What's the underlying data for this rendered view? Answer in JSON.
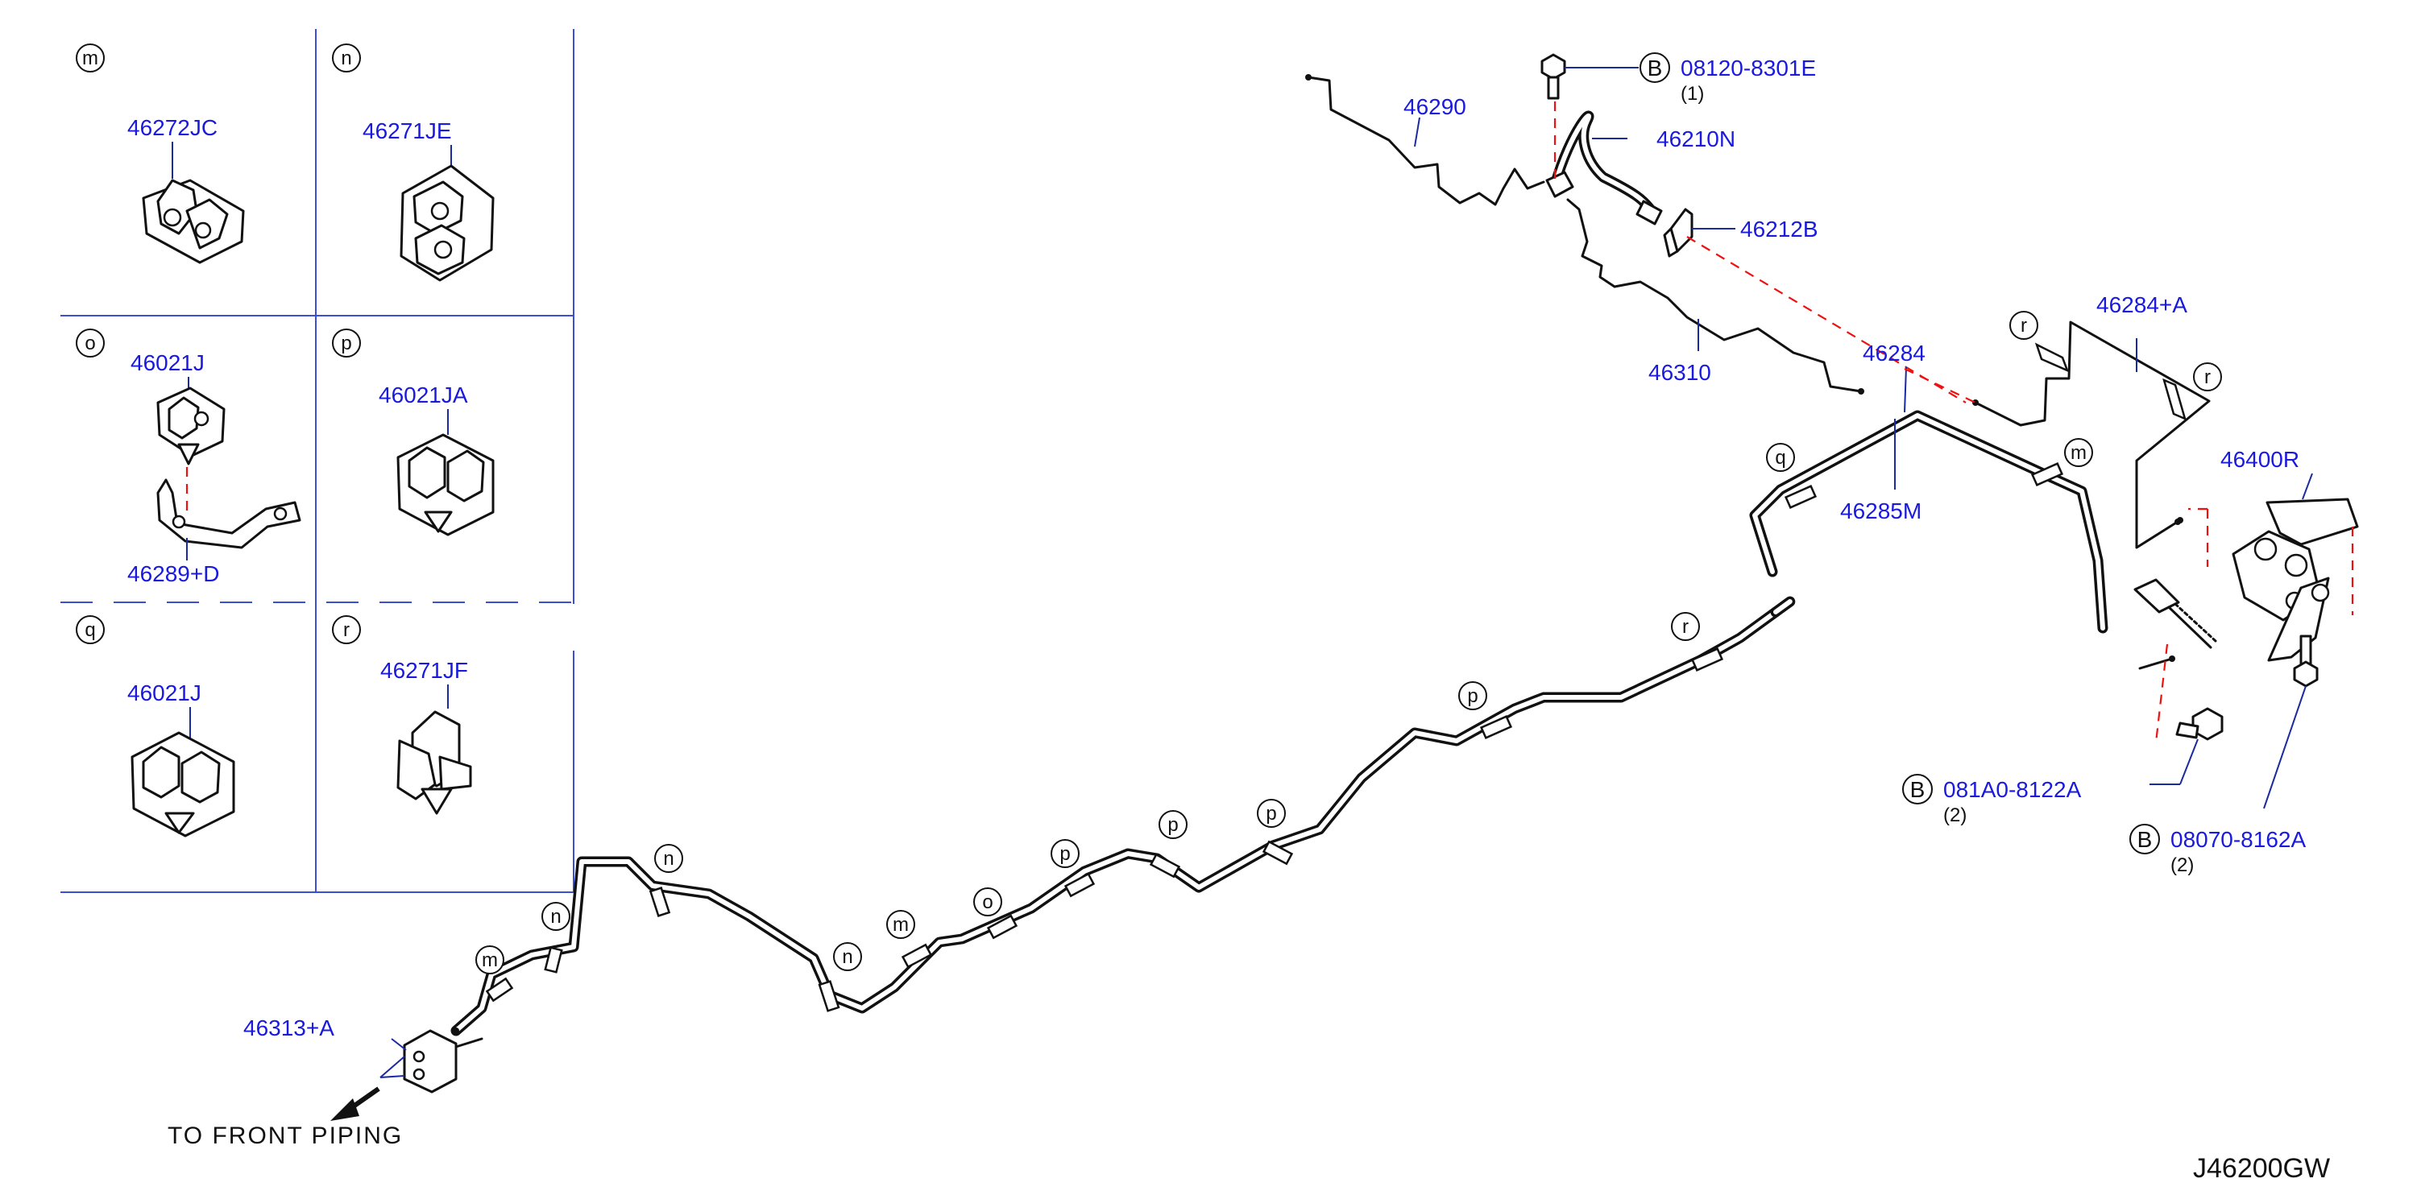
{
  "panels": {
    "m": {
      "letter": "m",
      "part": "46272JC"
    },
    "n": {
      "letter": "n",
      "part": "46271JE"
    },
    "o": {
      "letter": "o",
      "part_top": "46021J",
      "part_bottom": "46289+D"
    },
    "p": {
      "letter": "p",
      "part": "46021JA"
    },
    "q": {
      "letter": "q",
      "part": "46021J"
    },
    "r": {
      "letter": "r",
      "part": "46271JF"
    }
  },
  "parts": {
    "p46290": "46290",
    "p46210N": "46210N",
    "p46212B": "46212B",
    "p46310": "46310",
    "p46284": "46284",
    "p46284A": "46284+A",
    "p46285M": "46285M",
    "p46400R": "46400R",
    "p46313A": "46313+A"
  },
  "bolts": [
    {
      "symbol": "B",
      "number": "08120-8301E",
      "qty": "(1)"
    },
    {
      "symbol": "B",
      "number": "081A0-8122A",
      "qty": "(2)"
    },
    {
      "symbol": "B",
      "number": "08070-8162A",
      "qty": "(2)"
    }
  ],
  "clip_letters": [
    "m",
    "n",
    "n",
    "n",
    "m",
    "o",
    "p",
    "p",
    "p",
    "p",
    "q",
    "m",
    "r",
    "r"
  ],
  "note": "TO FRONT PIPING",
  "diagram_code": "J46200GW",
  "colors": {
    "part_number": "#1a1adf",
    "frame": "#3b4fd6",
    "phantom": "#e11111",
    "line": "#111111"
  }
}
